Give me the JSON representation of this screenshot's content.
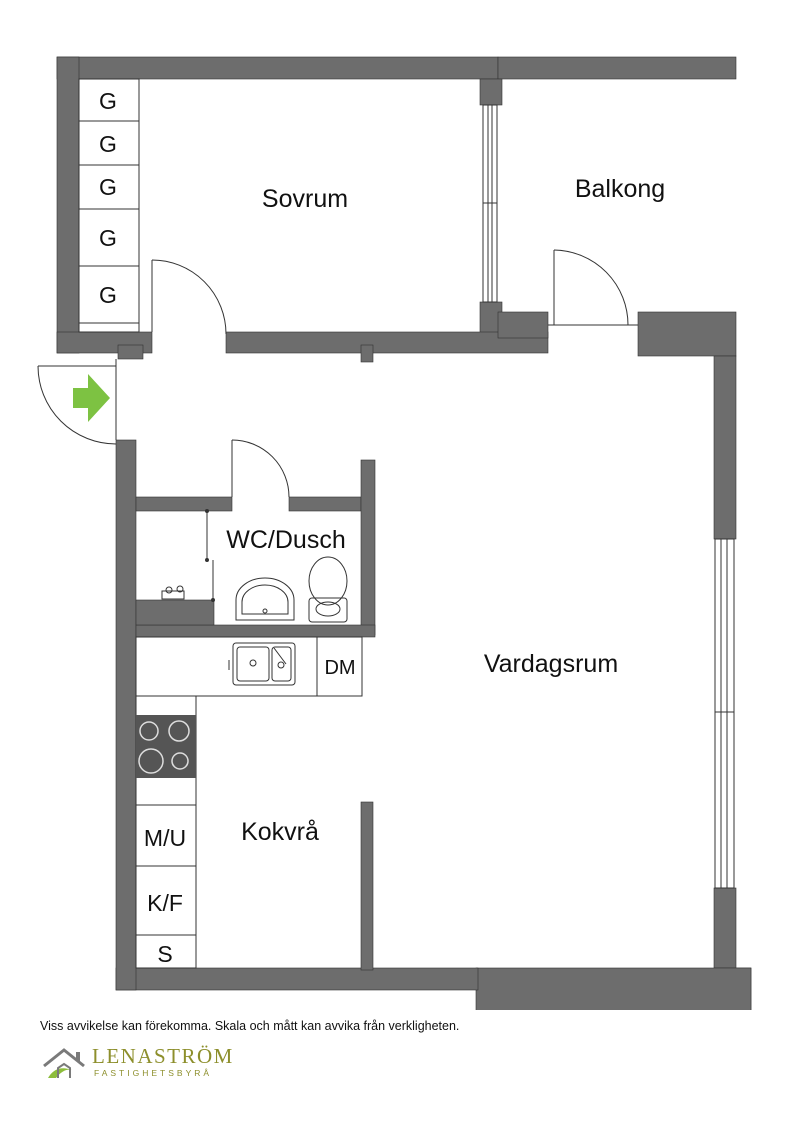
{
  "rooms": {
    "sovrum": "Sovrum",
    "balkong": "Balkong",
    "wc": "WC/Dusch",
    "vardagsrum": "Vardagsrum",
    "kokvra": "Kokvrå"
  },
  "fixtures": {
    "wardrobes": [
      "G",
      "G",
      "G",
      "G",
      "G"
    ],
    "dishwasher": "DM",
    "microwave": "M/U",
    "fridge_freezer": "K/F",
    "storage": "S"
  },
  "disclaimer": "Viss avvikelse kan förekomma. Skala och mått kan avvika från verkligheten.",
  "logo": {
    "name": "LENASTRÖM",
    "tagline": "FASTIGHETSBYRÅ"
  },
  "colors": {
    "wall": "#6d6d6d",
    "entrance_arrow": "#7dc242",
    "brand": "#8d8f2c"
  },
  "icons": [
    "entrance-arrow-icon",
    "house-logo-icon"
  ]
}
